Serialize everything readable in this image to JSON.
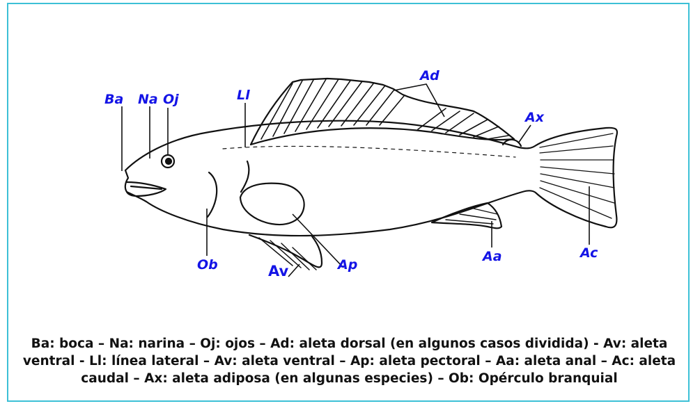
{
  "labels": {
    "ba": "Ba",
    "na": "Na",
    "oj": "Oj",
    "ll": "Ll",
    "ad": "Ad",
    "ax": "Ax",
    "ob": "Ob",
    "av": "Av",
    "ap": "Ap",
    "aa": "Aa",
    "ac": "Ac"
  },
  "caption": "Ba: boca – Na: narina – Oj:  ojos – Ad: aleta dorsal (en algunos casos dividida) - Av: aleta ventral -  Ll: línea lateral – Av: aleta ventral – Ap: aleta pectoral – Aa: aleta anal – Ac: aleta caudal – Ax: aleta adiposa (en algunas especies) – Ob: Opérculo branquial",
  "colors": {
    "border": "#3cc0d6",
    "label": "#1414e6",
    "ink": "#111111"
  }
}
